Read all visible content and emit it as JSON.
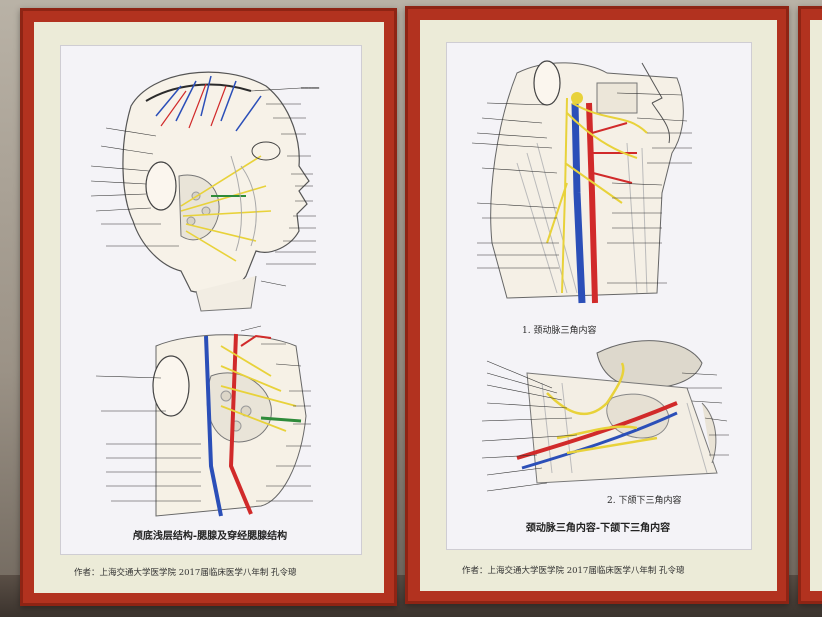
{
  "posters": [
    {
      "caption": "颅底浅层结构-腮腺及穿经腮腺结构",
      "author": "作者：上海交通大学医学院 2017届临床医学八年制 孔令璁"
    },
    {
      "caption": "颈动脉三角内容-下颌下三角内容",
      "author": "作者：上海交通大学医学院 2017届临床医学八年制 孔令璁",
      "handwritten_labels": [
        "1. 颈动脉三角内容",
        "2. 下颌下三角内容"
      ]
    }
  ],
  "colors": {
    "frame_red": "#b2321f",
    "mat": "#ecebd8",
    "paper": "#f4f3f7",
    "artery": "#d12a2a",
    "vein": "#2b4fb8",
    "nerve": "#e8d23a",
    "gland": "#2e8b3a"
  }
}
